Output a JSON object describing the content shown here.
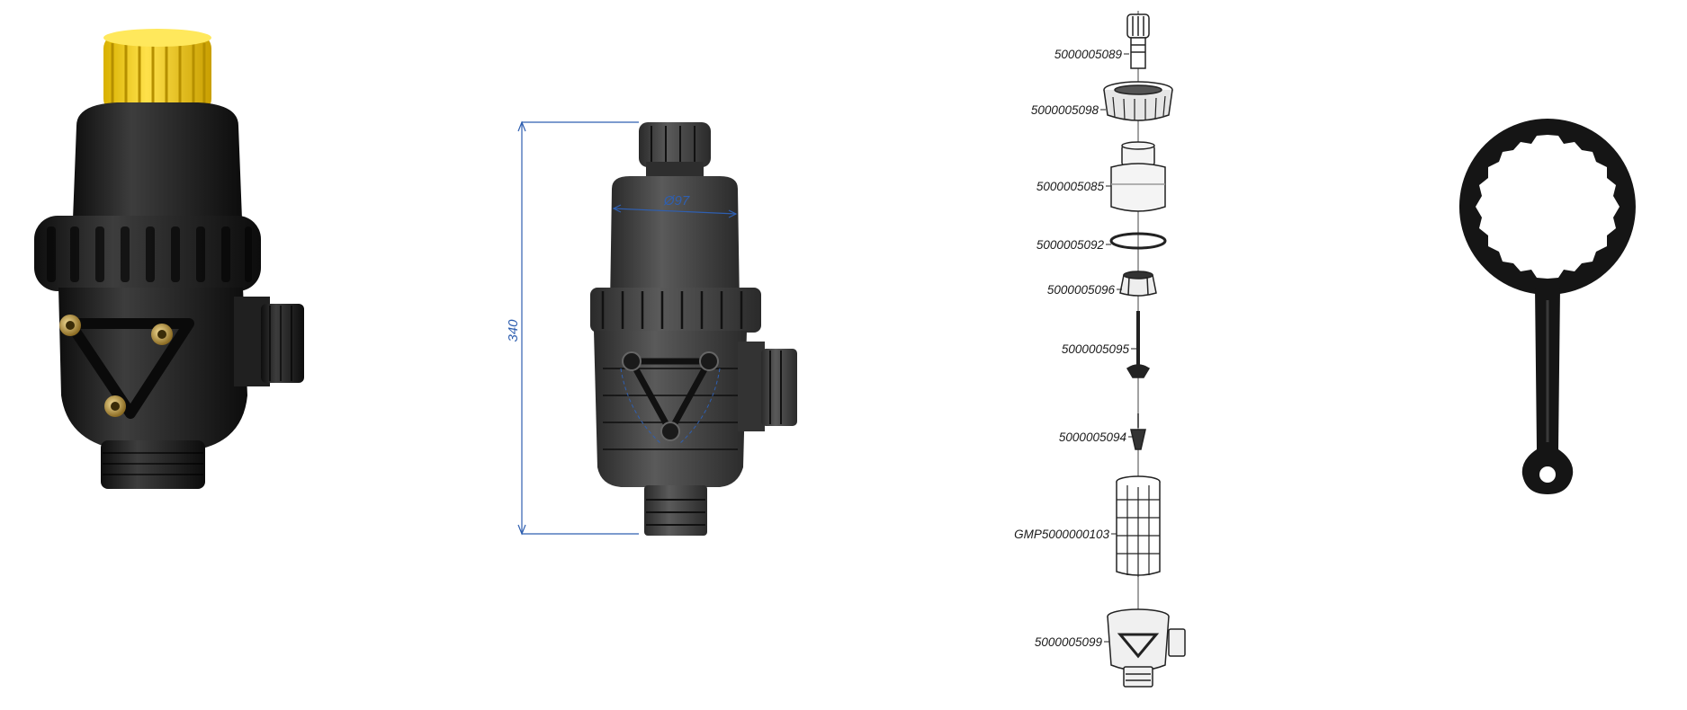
{
  "product_photo": {
    "cap_color": "#f5d21f",
    "body_color": "#1c1c1c",
    "fitting_color": "#c8a24a"
  },
  "dimension_drawing": {
    "height_label": "340",
    "diameter_label": "Ø97",
    "dimension_color": "#2f5fb0",
    "body_color": "#3a3a3a"
  },
  "exploded_view": {
    "parts": [
      {
        "code": "5000005089",
        "component": "bolt"
      },
      {
        "code": "5000005098",
        "component": "threaded-ring"
      },
      {
        "code": "5000005085",
        "component": "cylinder-housing"
      },
      {
        "code": "5000005092",
        "component": "o-ring"
      },
      {
        "code": "5000005096",
        "component": "nut-bushing"
      },
      {
        "code": "5000005095",
        "component": "valve-stem"
      },
      {
        "code": "5000005094",
        "component": "cone-spring"
      },
      {
        "code": "GMP5000000103",
        "component": "mesh-filter"
      },
      {
        "code": "5000005099",
        "component": "filter-base"
      }
    ]
  },
  "wrench": {
    "color": "#151515"
  }
}
